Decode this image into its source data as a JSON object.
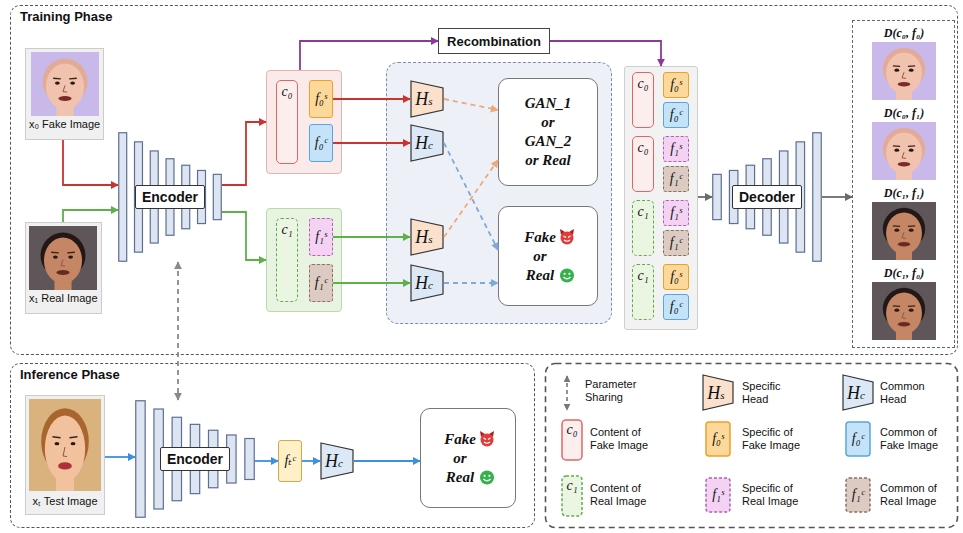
{
  "diagram": {
    "nodes": [
      {
        "text": [
          "Training Phase"
        ]
      },
      {
        "text": [
          "x₀ Fake Image"
        ],
        "in": 0
      },
      {
        "text": [
          "x₁ Real Image"
        ],
        "in": 0
      },
      {
        "text": [
          "Encoder"
        ],
        "in": 0
      },
      {
        "text": [],
        "in": 0
      },
      {
        "text": [
          "c₀"
        ],
        "in": 4
      },
      {
        "text": [
          "f₀ˢ"
        ],
        "in": 4
      },
      {
        "text": [
          "f₀ᶜ"
        ],
        "in": 4
      },
      {
        "text": [],
        "in": 0
      },
      {
        "text": [
          "c₁"
        ],
        "in": 8
      },
      {
        "text": [
          "f₁ˢ"
        ],
        "in": 8
      },
      {
        "text": [
          "f₁ᶜ"
        ],
        "in": 8
      },
      {
        "text": [
          "Recombination"
        ],
        "in": 0
      },
      {
        "text": [],
        "in": 0
      },
      {
        "text": [
          "Hs"
        ],
        "in": 13
      },
      {
        "text": [
          "Hc"
        ],
        "in": 13
      },
      {
        "text": [
          "Hs"
        ],
        "in": 13
      },
      {
        "text": [
          "Hc"
        ],
        "in": 13
      },
      {
        "text": [
          "GAN_1 or GAN_2 or Real"
        ],
        "in": 13
      },
      {
        "text": [
          "Fake or Real"
        ],
        "in": 13
      },
      {
        "text": [],
        "in": 0
      },
      {
        "text": [
          "c₀"
        ],
        "in": 20
      },
      {
        "text": [
          "f₀ˢ"
        ],
        "in": 20
      },
      {
        "text": [
          "f₀ᶜ"
        ],
        "in": 20
      },
      {
        "text": [
          "c₀"
        ],
        "in": 20
      },
      {
        "text": [
          "f₁ˢ"
        ],
        "in": 20
      },
      {
        "text": [
          "f₁ᶜ"
        ],
        "in": 20
      },
      {
        "text": [
          "c₁"
        ],
        "in": 20
      },
      {
        "text": [
          "f₁ˢ"
        ],
        "in": 20
      },
      {
        "text": [
          "f₁ᶜ"
        ],
        "in": 20
      },
      {
        "text": [
          "c₁"
        ],
        "in": 20
      },
      {
        "text": [
          "f₀ˢ"
        ],
        "in": 20
      },
      {
        "text": [
          "f₀ᶜ"
        ],
        "in": 20
      },
      {
        "text": [
          "Decoder"
        ],
        "in": 0
      },
      {
        "text": [],
        "in": 0
      },
      {
        "text": [
          "D(c₀, f₀)"
        ],
        "in": 34
      },
      {
        "text": [
          "D(c₀, f₁)"
        ],
        "in": 34
      },
      {
        "text": [
          "D(c₁, f₁)"
        ],
        "in": 34
      },
      {
        "text": [
          "D(c₁, f₀)"
        ],
        "in": 34
      },
      {
        "text": [
          "Inference Phase"
        ]
      },
      {
        "text": [
          "xₜ Test Image"
        ],
        "in": 39
      },
      {
        "text": [
          "Encoder"
        ],
        "in": 39
      },
      {
        "text": [
          "fₜᶜ"
        ],
        "in": 39
      },
      {
        "text": [
          "Hc"
        ],
        "in": 39
      },
      {
        "text": [
          "Fake or Real"
        ],
        "in": 39
      }
    ],
    "edges": [
      {
        "from": 1,
        "to": 3,
        "arrow": "to"
      },
      {
        "from": 2,
        "to": 3,
        "arrow": "to"
      },
      {
        "from": 3,
        "to": 4,
        "arrow": "to"
      },
      {
        "from": 3,
        "to": 8,
        "arrow": "to"
      },
      {
        "from": 6,
        "to": 14,
        "arrow": "to"
      },
      {
        "from": 7,
        "to": 15,
        "arrow": "to"
      },
      {
        "from": 10,
        "to": 16,
        "arrow": "to"
      },
      {
        "from": 11,
        "to": 17,
        "arrow": "to"
      },
      {
        "from": 14,
        "to": 18,
        "arrow": "to"
      },
      {
        "from": 15,
        "to": 19,
        "arrow": "to"
      },
      {
        "from": 16,
        "to": 18,
        "arrow": "to"
      },
      {
        "from": 17,
        "to": 19,
        "arrow": "to"
      },
      {
        "from": 4,
        "to": 12,
        "arrow": "to"
      },
      {
        "from": 12,
        "to": 20,
        "arrow": "to"
      },
      {
        "from": 20,
        "to": 33,
        "arrow": "to"
      },
      {
        "from": 33,
        "to": 34,
        "arrow": "to"
      },
      {
        "from": 3,
        "to": 41,
        "arrow": "both"
      },
      {
        "from": 40,
        "to": 41,
        "arrow": "to"
      },
      {
        "from": 41,
        "to": 42,
        "arrow": "to"
      },
      {
        "from": 42,
        "to": 43,
        "arrow": "to"
      },
      {
        "from": 43,
        "to": 44,
        "arrow": "to"
      }
    ],
    "labels": [
      "Hs",
      "Hc",
      "c₀",
      "f₀ˢ",
      "f₀ᶜ",
      "c₁",
      "f₁ˢ",
      "f₁ᶜ"
    ],
    "legend": [
      {
        "text": "Parameter Sharing"
      },
      {
        "text": "Specific Head"
      },
      {
        "text": "Common Head"
      },
      {
        "text": "Content of Fake Image"
      },
      {
        "text": "Specific of Fake Image"
      },
      {
        "text": "Common of Fake Image"
      },
      {
        "text": "Content of Real Image"
      },
      {
        "text": "Specific of Real Image"
      },
      {
        "text": "Common of Real Image"
      }
    ]
  }
}
